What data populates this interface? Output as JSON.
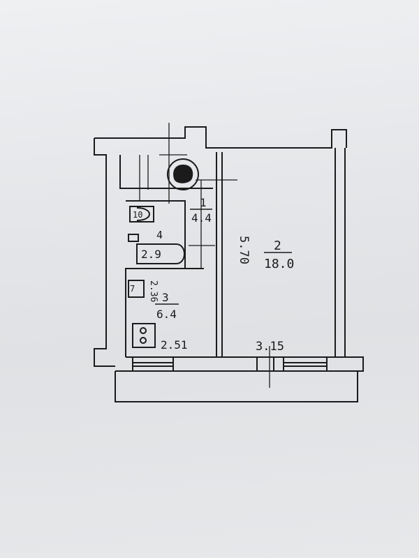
{
  "rooms": [
    {
      "number": "1",
      "area": "4.4"
    },
    {
      "number": "2",
      "area": "18.0"
    },
    {
      "number": "3",
      "area": "6.4"
    },
    {
      "number": "4",
      "area": "2.9"
    }
  ],
  "dimensions": {
    "room_depth": "5.70",
    "kitchen_width": "2.51",
    "room_width": "3.15",
    "kitchen_side": "2.36"
  },
  "fixtures": {
    "toilet_label": "10",
    "stove_label": "7"
  },
  "colors": {
    "ink": "#1b1b1b",
    "paper": "#e9eaec"
  }
}
